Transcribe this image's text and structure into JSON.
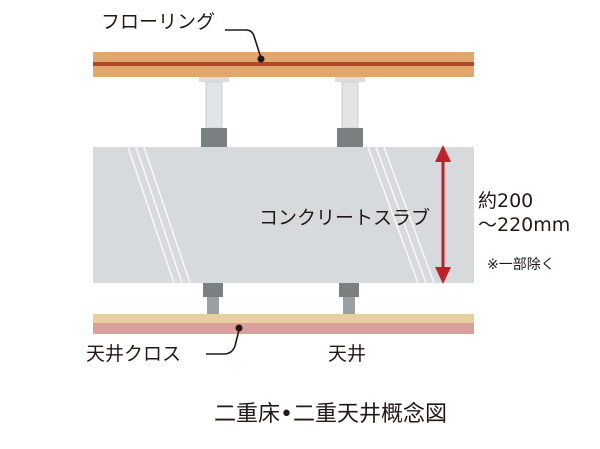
{
  "labels": {
    "flooring": "フローリング",
    "concrete_slab": "コンクリートスラブ",
    "thickness_line1": "約200",
    "thickness_line2": "〜220mm",
    "note": "※一部除く",
    "ceiling_cross": "天井クロス",
    "ceiling": "天井",
    "caption": "二重床•二重天井概念図"
  },
  "colors": {
    "flooring": "#E2A76C",
    "flooring_stripe": "#B0462A",
    "slab": "#D6DADD",
    "post": "#E2E5E7",
    "foot": "#7A7F82",
    "arrow": "#C0202A",
    "ceiling_cream": "#E7CF9F",
    "ceiling_pink": "#D9A19B",
    "leader": "#231815"
  }
}
